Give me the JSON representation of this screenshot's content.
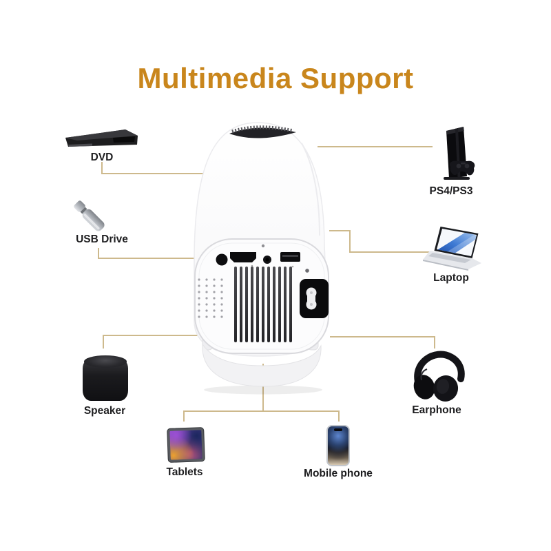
{
  "title": "Multimedia Support",
  "colors": {
    "accent": "#c9861c",
    "connector": "#cdb98c",
    "label": "#1d1d1f",
    "background": "#ffffff"
  },
  "center_device": {
    "name": "portable projector rear view",
    "icon": "projector-image"
  },
  "devices": {
    "dvd": {
      "label": "DVD",
      "icon": "dvd-player-icon"
    },
    "usb": {
      "label": "USB Drive",
      "icon": "usb-drive-icon"
    },
    "speaker": {
      "label": "Speaker",
      "icon": "bluetooth-speaker-icon"
    },
    "tablets": {
      "label": "Tablets",
      "icon": "tablet-icon"
    },
    "mobile": {
      "label": "Mobile phone",
      "icon": "mobile-phone-icon"
    },
    "earphone": {
      "label": "Earphone",
      "icon": "headphones-icon"
    },
    "laptop": {
      "label": "Laptop",
      "icon": "laptop-icon"
    },
    "ps4": {
      "label": "PS4/PS3",
      "icon": "game-console-icon"
    }
  }
}
